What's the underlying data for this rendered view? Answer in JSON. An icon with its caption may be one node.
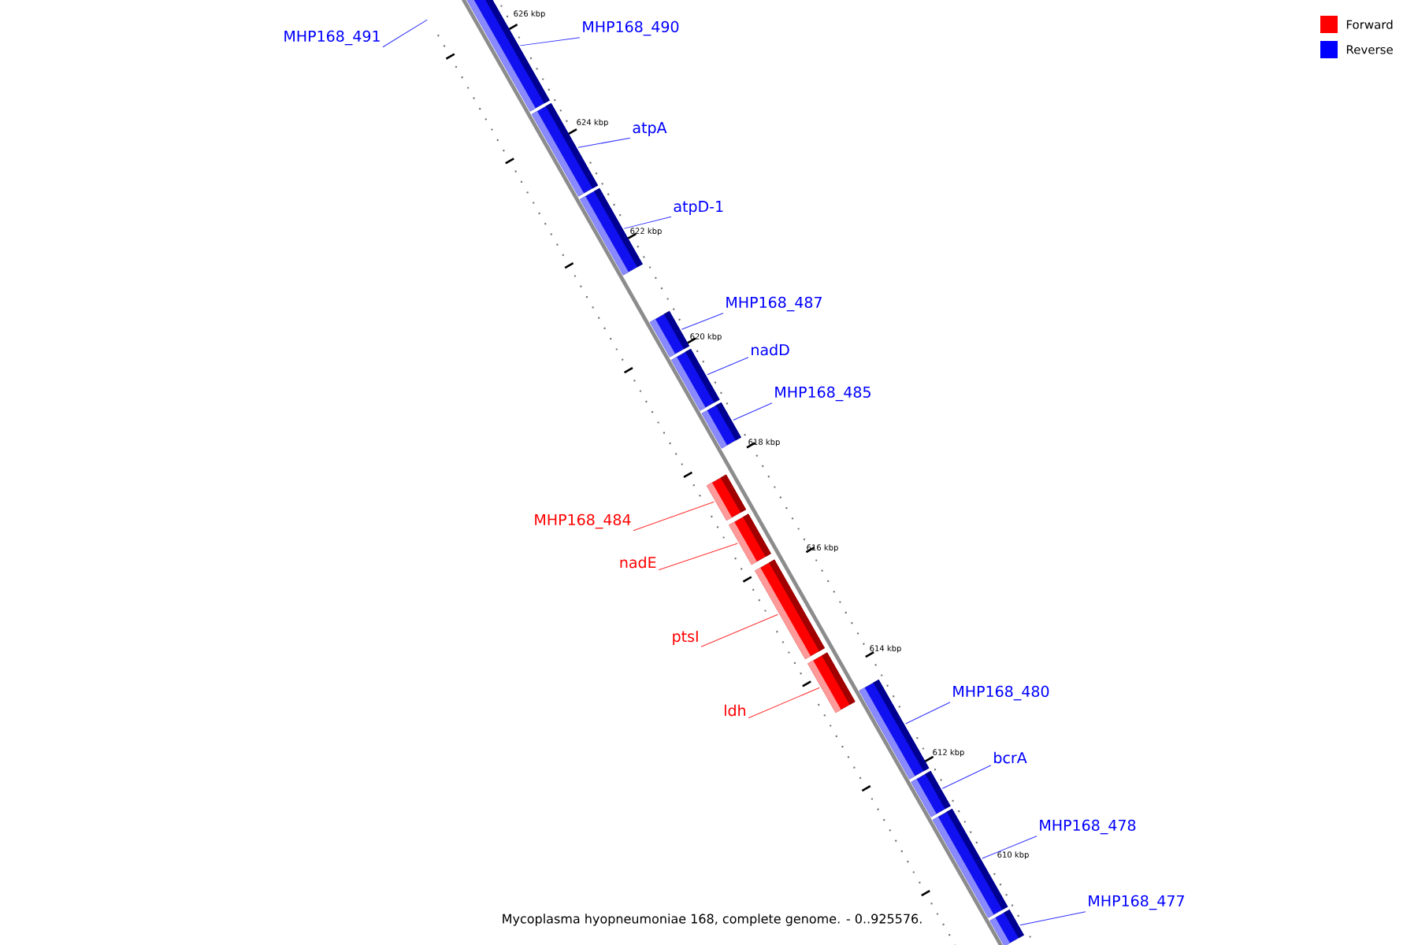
{
  "diagram": {
    "caption": "Mycoplasma hyopneumoniae 168, complete genome. - 0..925576.",
    "nodes": [
      {
        "text": [
          "MHP168_491"
        ]
      },
      {
        "text": [
          "MHP168_490"
        ]
      },
      {
        "text": [],
        "shape": "bar"
      },
      {
        "text": [
          "atpA"
        ]
      },
      {
        "text": [],
        "shape": "bar"
      },
      {
        "text": [
          "atpD-1"
        ]
      },
      {
        "text": [],
        "shape": "bar"
      },
      {
        "text": [
          "MHP168_487"
        ]
      },
      {
        "text": [],
        "shape": "bar"
      },
      {
        "text": [
          "nadD"
        ]
      },
      {
        "text": [],
        "shape": "bar"
      },
      {
        "text": [
          "MHP168_485"
        ]
      },
      {
        "text": [],
        "shape": "bar"
      },
      {
        "text": [
          "MHP168_484"
        ]
      },
      {
        "text": [],
        "shape": "bar"
      },
      {
        "text": [
          "nadE"
        ]
      },
      {
        "text": [],
        "shape": "bar"
      },
      {
        "text": [
          "ptsI"
        ]
      },
      {
        "text": [],
        "shape": "bar"
      },
      {
        "text": [
          "ldh"
        ]
      },
      {
        "text": [],
        "shape": "bar"
      },
      {
        "text": [
          "MHP168_480"
        ]
      },
      {
        "text": [],
        "shape": "bar"
      },
      {
        "text": [
          "bcrA"
        ]
      },
      {
        "text": [],
        "shape": "bar"
      },
      {
        "text": [
          "MHP168_478"
        ]
      },
      {
        "text": [],
        "shape": "bar"
      },
      {
        "text": [
          "MHP168_477"
        ]
      },
      {
        "text": [],
        "shape": "bar"
      },
      {
        "text": [],
        "shape": "bar"
      }
    ],
    "edges": [
      {
        "from": 0,
        "to": null,
        "arrow": "none"
      },
      {
        "from": 1,
        "to": 2,
        "arrow": "none"
      },
      {
        "from": 3,
        "to": 4,
        "arrow": "none"
      },
      {
        "from": 5,
        "to": 6,
        "arrow": "none"
      },
      {
        "from": 7,
        "to": 8,
        "arrow": "none"
      },
      {
        "from": 9,
        "to": 10,
        "arrow": "none"
      },
      {
        "from": 11,
        "to": 12,
        "arrow": "none"
      },
      {
        "from": 13,
        "to": 14,
        "arrow": "none",
        "color": "#ff3030"
      },
      {
        "from": 15,
        "to": 16,
        "arrow": "none",
        "color": "#ff3030"
      },
      {
        "from": 17,
        "to": 18,
        "arrow": "none",
        "color": "#ff3030"
      },
      {
        "from": 19,
        "to": 20,
        "arrow": "none",
        "color": "#ff3030"
      },
      {
        "from": 21,
        "to": 22,
        "arrow": "none"
      },
      {
        "from": 23,
        "to": 24,
        "arrow": "none"
      },
      {
        "from": 25,
        "to": 26,
        "arrow": "none"
      },
      {
        "from": 27,
        "to": 28,
        "arrow": "none"
      }
    ],
    "labels": [
      "626 kbp",
      "624 kbp",
      "622 kbp",
      "620 kbp",
      "618 kbp",
      "616 kbp",
      "614 kbp",
      "612 kbp",
      "610 kbp"
    ],
    "legend": [
      {
        "text": "Forward",
        "color": "#ff0000"
      },
      {
        "text": "Reverse",
        "color": "#0000ff"
      }
    ]
  }
}
